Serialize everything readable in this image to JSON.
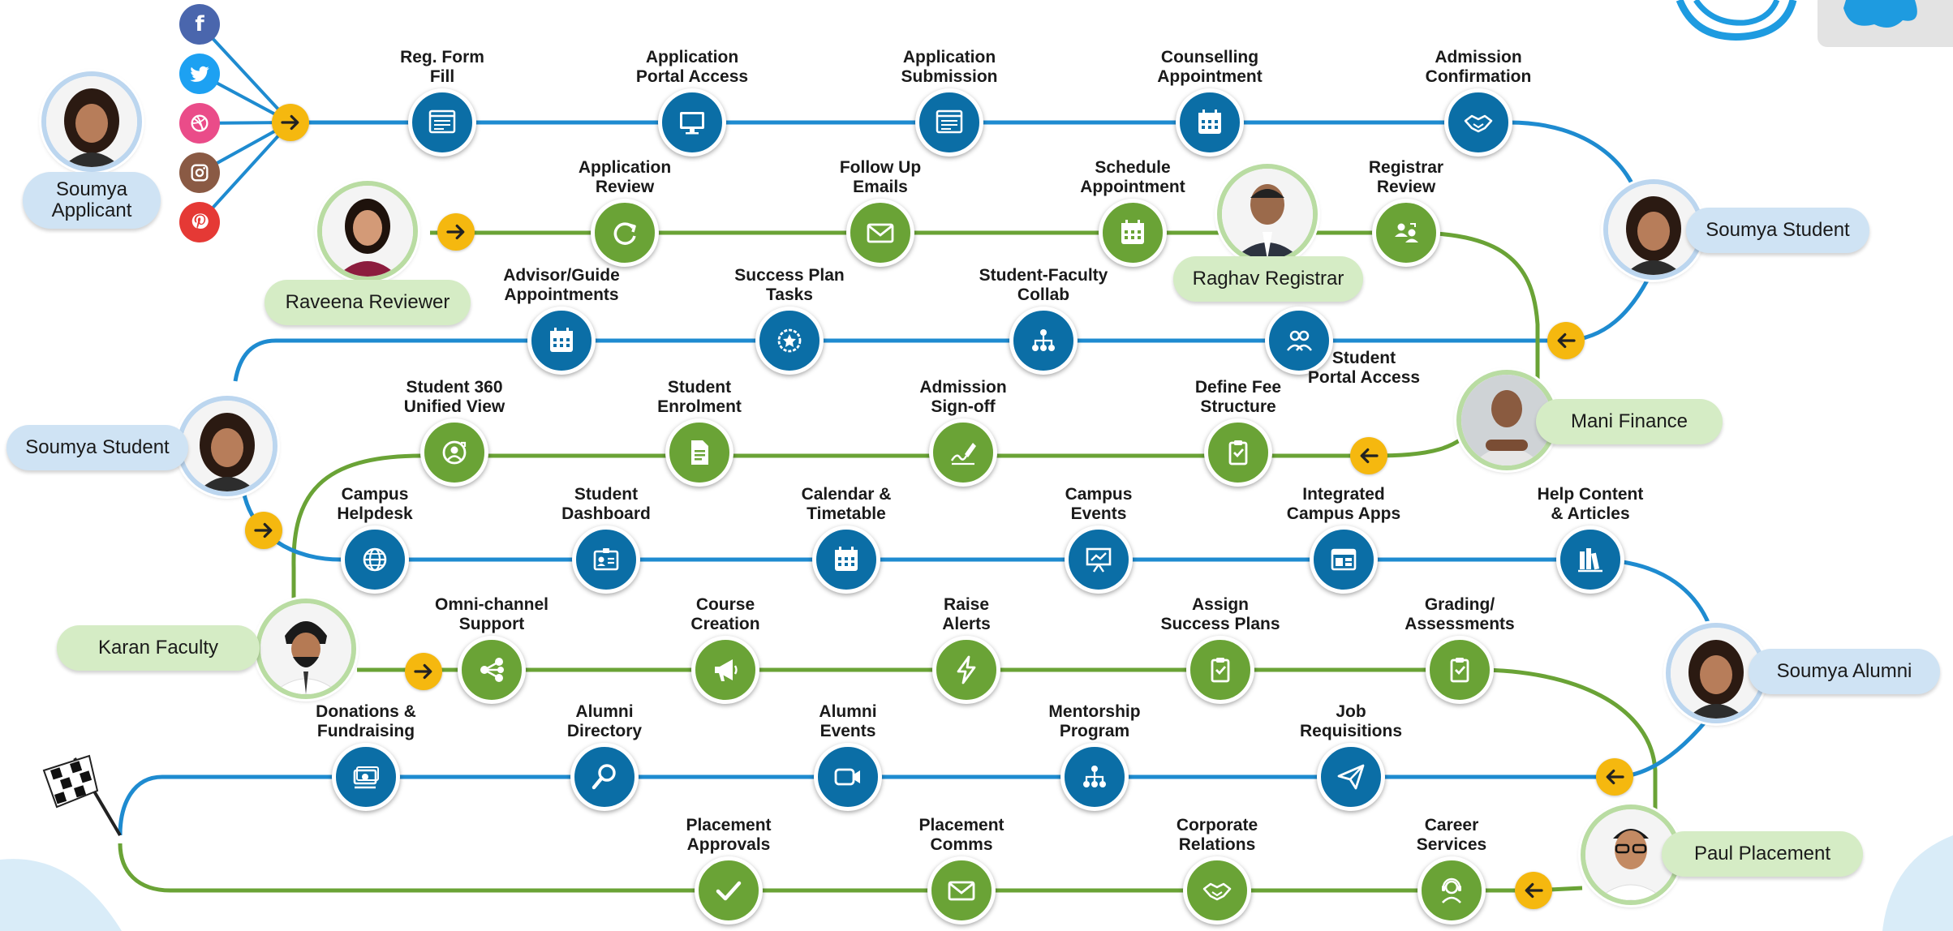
{
  "colors": {
    "blue_track": "#1e8bd0",
    "green_track": "#6aa336",
    "blue_node": "#0b6ea6",
    "green_node": "#6aa336",
    "arrow_yellow": "#f5b80f",
    "blue_pill": "#cfe3f4",
    "green_pill": "#d5ecc5"
  },
  "personas": {
    "applicant": "Soumya\nApplicant",
    "reviewer": "Raveena Reviewer",
    "registrar": "Raghav Registrar",
    "student_right": "Soumya Student",
    "student_left": "Soumya Student",
    "finance": "Mani Finance",
    "faculty": "Karan Faculty",
    "alumni": "Soumya Alumni",
    "placement": "Paul Placement"
  },
  "social_icons": [
    "facebook-icon",
    "twitter-icon",
    "dribbble-icon",
    "instagram-icon",
    "pinterest-icon"
  ],
  "stages": [
    {
      "label": "Reg. Form\nFill",
      "icon": "form-icon",
      "color": "blue"
    },
    {
      "label": "Application\nPortal Access",
      "icon": "monitor-icon",
      "color": "blue"
    },
    {
      "label": "Application\nSubmission",
      "icon": "form-icon",
      "color": "blue"
    },
    {
      "label": "Counselling\nAppointment",
      "icon": "calendar-icon",
      "color": "blue"
    },
    {
      "label": "Admission\nConfirmation",
      "icon": "handshake-icon",
      "color": "blue"
    },
    {
      "label": "Application\nReview",
      "icon": "refresh-icon",
      "color": "green"
    },
    {
      "label": "Follow Up\nEmails",
      "icon": "envelope-icon",
      "color": "green"
    },
    {
      "label": "Schedule\nAppointment",
      "icon": "calendar-icon",
      "color": "green"
    },
    {
      "label": "Registrar\nReview",
      "icon": "people-icon",
      "color": "green"
    },
    {
      "label": "Advisor/Guide\nAppointments",
      "icon": "calendar-icon",
      "color": "blue"
    },
    {
      "label": "Success Plan\nTasks",
      "icon": "badge-icon",
      "color": "blue"
    },
    {
      "label": "Student-Faculty\nCollab",
      "icon": "hierarchy-icon",
      "color": "blue"
    },
    {
      "label": "Student\nPortal Access",
      "icon": "group-icon",
      "color": "blue"
    },
    {
      "label": "Student 360\nUnified View",
      "icon": "profile-icon",
      "color": "green"
    },
    {
      "label": "Student\nEnrolment",
      "icon": "document-icon",
      "color": "green"
    },
    {
      "label": "Admission\nSign-off",
      "icon": "signature-icon",
      "color": "green"
    },
    {
      "label": "Define Fee\nStructure",
      "icon": "clipboard-icon",
      "color": "green"
    },
    {
      "label": "Campus\nHelpdesk",
      "icon": "globe-icon",
      "color": "blue"
    },
    {
      "label": "Student\nDashboard",
      "icon": "id-card-icon",
      "color": "blue"
    },
    {
      "label": "Calendar &\nTimetable",
      "icon": "calendar-icon",
      "color": "blue"
    },
    {
      "label": "Campus\nEvents",
      "icon": "presentation-icon",
      "color": "blue"
    },
    {
      "label": "Integrated\nCampus Apps",
      "icon": "app-window-icon",
      "color": "blue"
    },
    {
      "label": "Help Content\n& Articles",
      "icon": "books-icon",
      "color": "blue"
    },
    {
      "label": "Omni-channel\nSupport",
      "icon": "share-icon",
      "color": "green"
    },
    {
      "label": "Course\nCreation",
      "icon": "megaphone-icon",
      "color": "green"
    },
    {
      "label": "Raise\nAlerts",
      "icon": "lightning-icon",
      "color": "green"
    },
    {
      "label": "Assign\nSuccess Plans",
      "icon": "clipboard-icon",
      "color": "green"
    },
    {
      "label": "Grading/\nAssessments",
      "icon": "clipboard-icon",
      "color": "green"
    },
    {
      "label": "Donations &\nFundraising",
      "icon": "money-icon",
      "color": "blue"
    },
    {
      "label": "Alumni\nDirectory",
      "icon": "search-icon",
      "color": "blue"
    },
    {
      "label": "Alumni\nEvents",
      "icon": "video-icon",
      "color": "blue"
    },
    {
      "label": "Mentorship\nProgram",
      "icon": "hierarchy-icon",
      "color": "blue"
    },
    {
      "label": "Job\nRequisitions",
      "icon": "send-icon",
      "color": "blue"
    },
    {
      "label": "Placement\nApprovals",
      "icon": "check-icon",
      "color": "green"
    },
    {
      "label": "Placement\nComms",
      "icon": "envelope-icon",
      "color": "green"
    },
    {
      "label": "Corporate\nRelations",
      "icon": "handshake-icon",
      "color": "green"
    },
    {
      "label": "Career\nServices",
      "icon": "support-agent-icon",
      "color": "green"
    }
  ],
  "finish_icon": "checkered-flag-icon"
}
